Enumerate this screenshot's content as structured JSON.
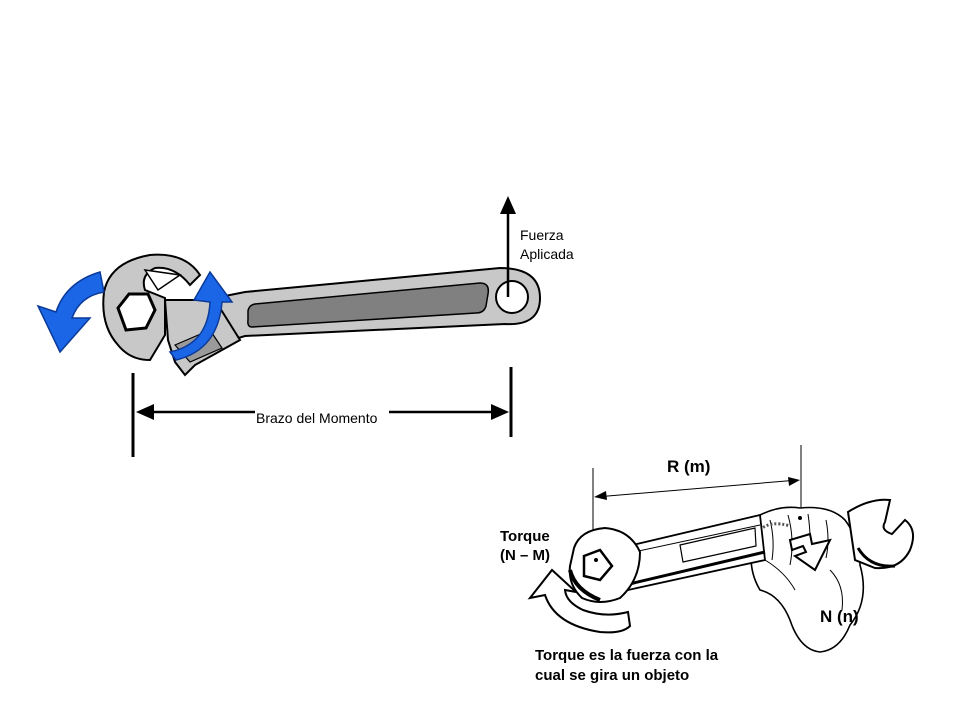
{
  "top_diagram": {
    "force_label_line1": "Fuerza",
    "force_label_line2": "Aplicada",
    "arm_label": "Brazo del Momento"
  },
  "bottom_diagram": {
    "radius_label": "R (m)",
    "torque_label_line1": "Torque",
    "torque_label_line2": "(N – M)",
    "force_label": "N (n)",
    "caption_line1": "Torque es la fuerza con la",
    "caption_line2": "cual se gira un objeto"
  },
  "colors": {
    "rotation_arrows": "#1a66e6",
    "wrench_fill": "#c8c8c8",
    "wrench_slot": "#808080"
  }
}
